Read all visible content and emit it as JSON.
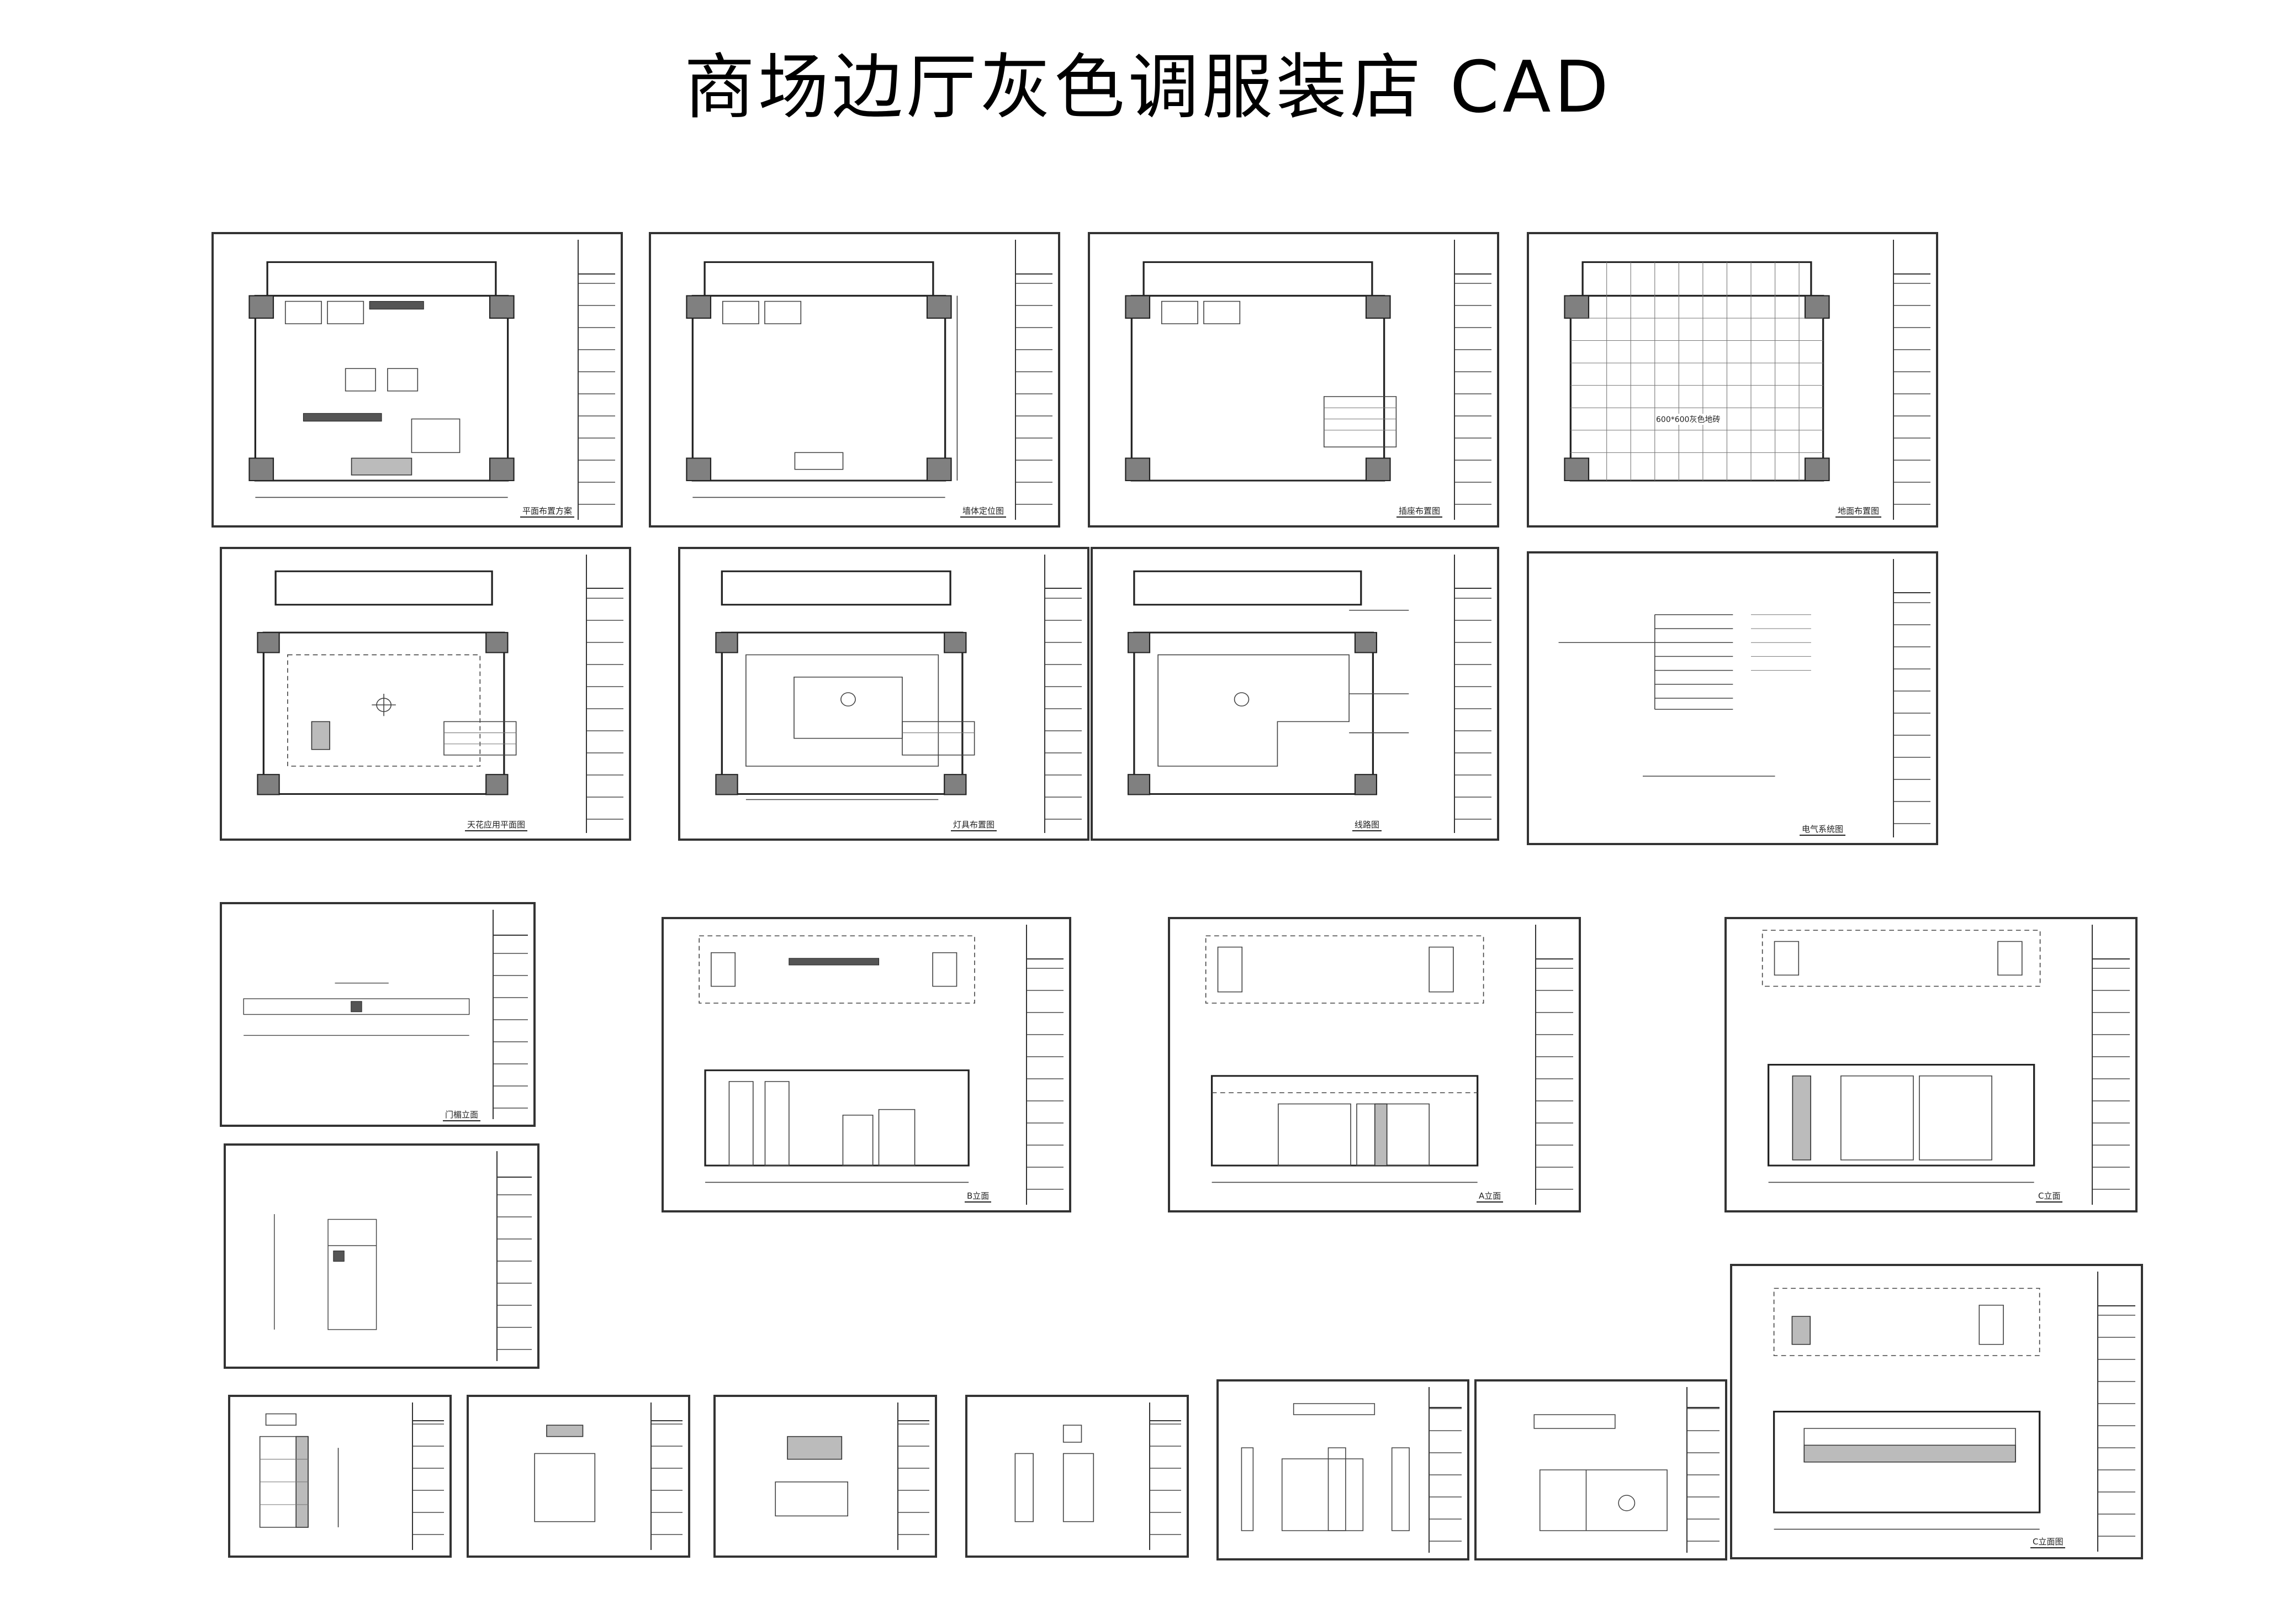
{
  "title": "商场边厅灰色调服装店 CAD",
  "sheets": [
    {
      "id": "s1",
      "label": "平面布置方案"
    },
    {
      "id": "s2",
      "label": "墙体定位图"
    },
    {
      "id": "s3",
      "label": "插座布置图"
    },
    {
      "id": "s4",
      "label": "地面布置图"
    },
    {
      "id": "s5",
      "label": "天花应用平面图"
    },
    {
      "id": "s6",
      "label": "灯具布置图"
    },
    {
      "id": "s7",
      "label": "线路图"
    },
    {
      "id": "s8",
      "label": "电气系统图"
    },
    {
      "id": "s9",
      "label": "门楣立面"
    },
    {
      "id": "s10",
      "label": ""
    },
    {
      "id": "s11",
      "label": "B立面"
    },
    {
      "id": "s12",
      "label": "A立面"
    },
    {
      "id": "s13",
      "label": "C立面"
    },
    {
      "id": "s14",
      "label": ""
    },
    {
      "id": "s15",
      "label": ""
    },
    {
      "id": "s16",
      "label": ""
    },
    {
      "id": "s17",
      "label": ""
    },
    {
      "id": "s18",
      "label": ""
    },
    {
      "id": "s19",
      "label": ""
    },
    {
      "id": "s20",
      "label": "C立面图"
    }
  ],
  "floor_note": "600*600灰色地砖"
}
